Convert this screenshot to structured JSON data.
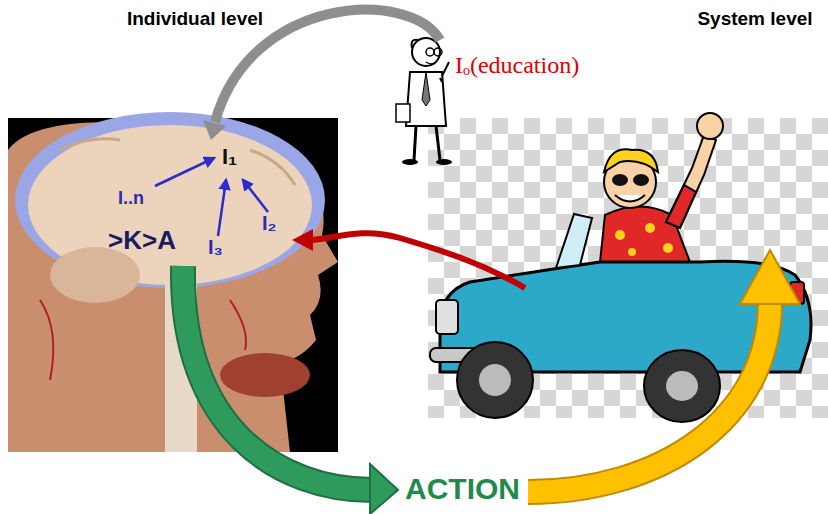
{
  "diagram": {
    "labels": [
      "Individual level",
      "System level",
      "Iₒ(education)",
      "I₁",
      "I..n",
      ">K>A",
      "I₃",
      "I₂",
      "ACTION"
    ]
  }
}
